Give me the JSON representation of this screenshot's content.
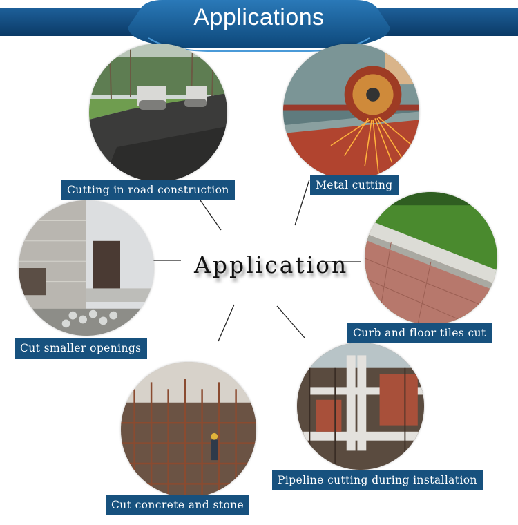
{
  "header": {
    "title": "Applications"
  },
  "center": {
    "title": "Application"
  },
  "colors": {
    "banner": "#0e4173",
    "label_bg": "#17517e"
  },
  "applications": [
    {
      "label": "Cutting in road construction",
      "image": "road-construction-photo"
    },
    {
      "label": "Metal cutting",
      "image": "metal-cutting-photo"
    },
    {
      "label": "Curb and floor tiles cut",
      "image": "curb-tiles-photo"
    },
    {
      "label": "Cut smaller openings",
      "image": "wall-opening-photo"
    },
    {
      "label": "Pipeline cutting during installation",
      "image": "pipeline-photo"
    },
    {
      "label": "Cut concrete and stone",
      "image": "concrete-rebar-photo"
    }
  ]
}
